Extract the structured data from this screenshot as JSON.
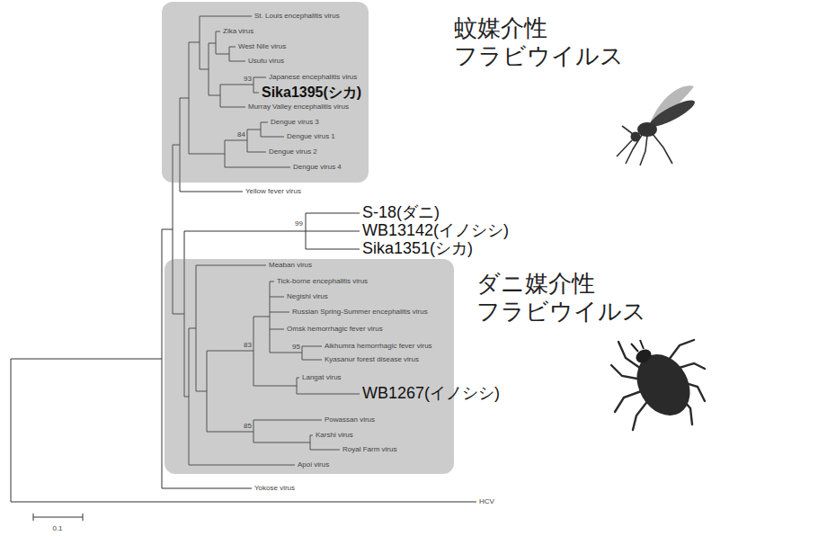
{
  "diagram": {
    "nodes": [
      {
        "text": [
          "蚊媒介性 フラビウイルス"
        ]
      },
      {
        "text": [
          "ダニ媒介性 フラビウイルス"
        ]
      }
    ],
    "labels": [
      "St. Louis encephalitis virus",
      "Zika virus",
      "West Nile virus",
      "Usutu virus",
      "93",
      "Japanese encephalitis virus",
      "Sika1395(シカ)",
      "Murray Valley encephalitis virus",
      "84",
      "Dengue virus 3",
      "Dengue virus 1",
      "Dengue virus 2",
      "Dengue virus 4",
      "Yellow fever virus",
      "99",
      "S-18(ダニ)",
      "WB13142(イノシシ)",
      "Sika1351(シカ)",
      "Meaban virus",
      "Tick-borne encephalitis virus",
      "Negishi virus",
      "Russian Spring-Summer encephalitis virus",
      "Omsk hemorrhagic fever virus",
      "83",
      "Alkhumra hemorrhagic fever virus",
      "95",
      "Kyasanur forest disease virus",
      "Langat virus",
      "WB1267(イノシシ)",
      "Powassan virus",
      "85",
      "Karshi virus",
      "Royal Farm virus",
      "Apoi virus",
      "Yokose virus",
      "HCV",
      "0.1"
    ]
  }
}
